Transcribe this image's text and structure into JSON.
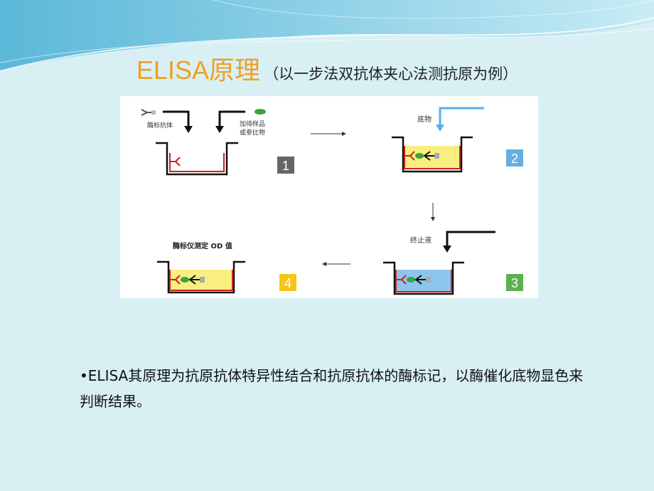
{
  "slide": {
    "title_main": "ELISA原理",
    "title_sub": "（以一步法双抗体夹心法测抗原为例）",
    "bullet": "•ELISA其原理为抗原抗体特异性结合和抗原抗体的酶标记，以酶催化底物显色来判断结果。"
  },
  "diagram": {
    "step1": {
      "number": "1",
      "label_left": "酶标抗体",
      "label_right_line1": "加待样品",
      "label_right_line2": "或参比物",
      "color": "#666666"
    },
    "step2": {
      "number": "2",
      "label": "底物",
      "color": "#66aee0"
    },
    "step3": {
      "number": "3",
      "label": "终止液",
      "color": "#5cb050"
    },
    "step4": {
      "number": "4",
      "label": "酶标仪测定 OD 值",
      "color": "#f5c518"
    }
  },
  "colors": {
    "title": "#f0a020",
    "background": "#d8f0f4",
    "well_wall": "#111111",
    "well_coat": "#cc2222",
    "substrate": "#f8ef80",
    "stopped": "#8cc6ee",
    "arrow_substrate": "#5aaee8"
  }
}
